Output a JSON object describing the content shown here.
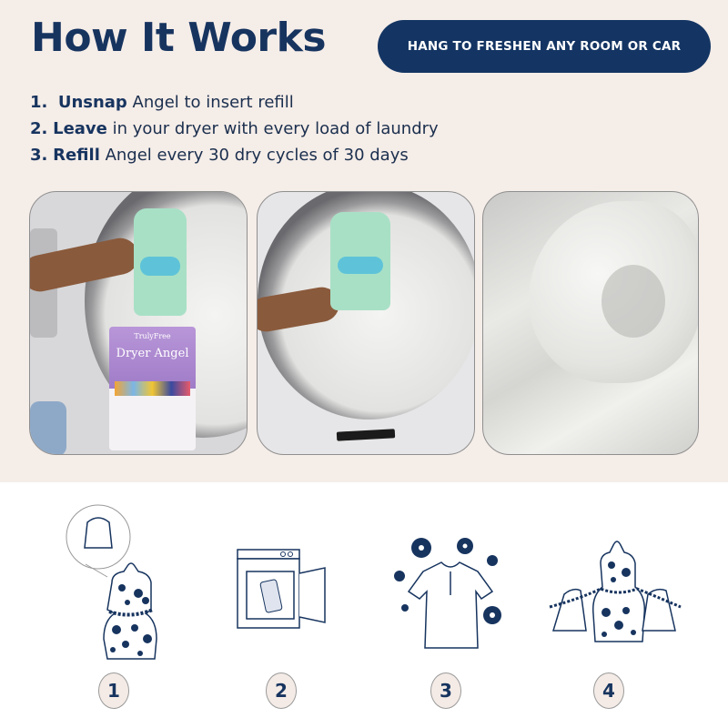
{
  "header": {
    "title": "How It Works",
    "badge": "HANG TO FRESHEN ANY ROOM OR CAR"
  },
  "steps": [
    {
      "num": "1.",
      "bold": "Unsnap",
      "text": " Angel to insert refill"
    },
    {
      "num": "2.",
      "bold": "Leave",
      "text": " in your dryer with every load of laundry"
    },
    {
      "num": "3.",
      "bold": "Refill",
      "text": " Angel every 30 dry cycles of 30 days"
    }
  ],
  "photos": [
    {
      "desc": "Hands holding mint Dryer Angel pouch and purple refill bag at dryer",
      "bag_brand": "TrulyFree",
      "bag_title": "Dryer Angel"
    },
    {
      "desc": "Hand placing mint Dryer Angel pouch into dryer drum"
    },
    {
      "desc": "Fresh white bed sheets"
    }
  ],
  "illustrations": [
    {
      "number": "1",
      "desc": "Floral pouch with zoom-in of refill sachet"
    },
    {
      "number": "2",
      "desc": "Dryer with open door and floral pouch inside"
    },
    {
      "number": "3",
      "desc": "Polo shirt surrounded by flowers"
    },
    {
      "number": "4",
      "desc": "Floral pouch with two refill sachets"
    }
  ],
  "colors": {
    "navy": "#17345f",
    "beige": "#f5ede8",
    "mint": "#a8e0c6",
    "purple": "#a07cc8"
  }
}
